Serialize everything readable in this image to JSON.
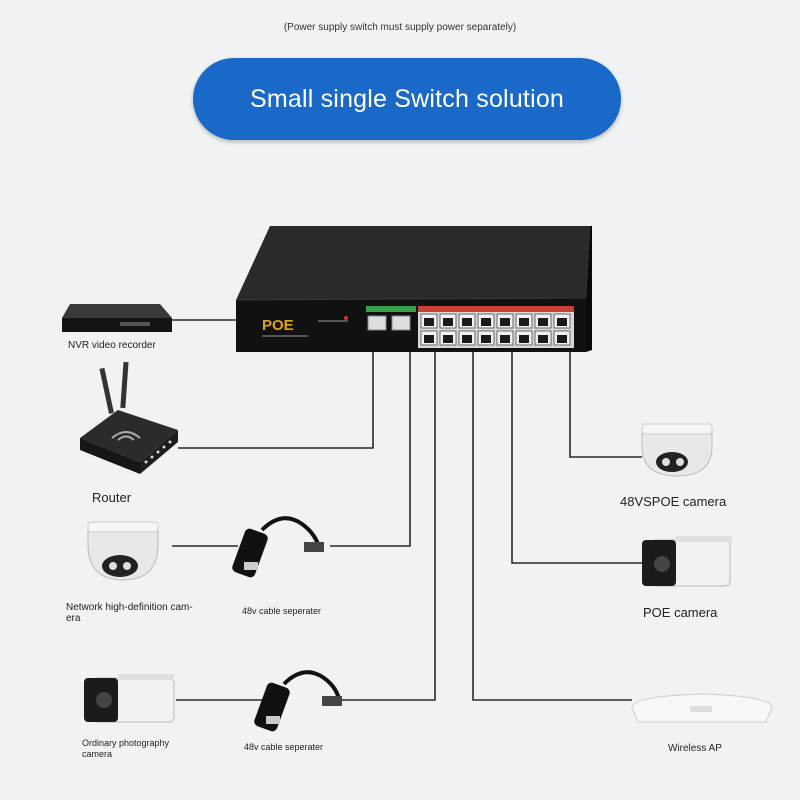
{
  "note": "(Power supply switch must supply power separately)",
  "title": "Small single Switch solution",
  "switch": {
    "brand": "POE"
  },
  "devices": {
    "nvr": "NVR video recorder",
    "router": "Router",
    "dome_48v": "48VSPOE camera",
    "poe_camera": "POE camera",
    "network_camera": "Network high-definition cam-\nera",
    "splitter_1": "48v cable seperater",
    "ordinary_camera": "Ordinary photography\ncamera",
    "splitter_2": "48v cable seperater",
    "wireless_ap": "Wireless AP"
  },
  "colors": {
    "banner": "#1a68c8",
    "switch_body": "#141414",
    "port_bar": "#c94030",
    "uplink_bar": "#3aa04a",
    "poe_logo": "#e2a31a",
    "cable": "#2a2a2a"
  }
}
